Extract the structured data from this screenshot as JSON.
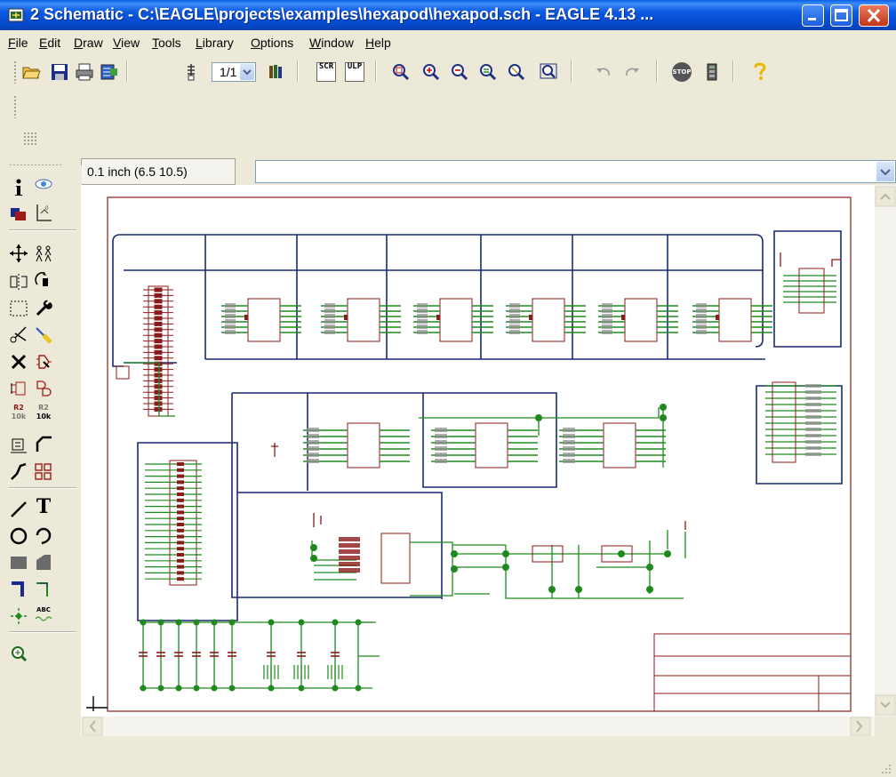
{
  "window": {
    "title": "2 Schematic - C:\\EAGLE\\projects\\examples\\hexapod\\hexapod.sch - EAGLE 4.13 ..."
  },
  "menu": [
    "File",
    "Edit",
    "Draw",
    "View",
    "Tools",
    "Library",
    "Options",
    "Window",
    "Help"
  ],
  "toolbar": {
    "zoom_value": "1/1",
    "scr_label": "SCR",
    "ulp_label": "ULP",
    "stop_label": "STOP"
  },
  "status": {
    "coordinates": "0.1 inch (6.5 10.5)",
    "command_line": ""
  },
  "toolbox": {
    "text_tool_label": "T",
    "name_tool_label": "R2",
    "value_tool_label": "10k",
    "label_tool_label": "ABC"
  },
  "colors": {
    "title_bar": "#0a59e0",
    "window_bg": "#ece9d8",
    "canvas_bg": "#ffffff",
    "frame": "#8b1a1a",
    "bus": "#1a2a6e",
    "net": "#1e8a1e",
    "part": "#8b1a1a",
    "pin_label": "#8c8c8c"
  }
}
